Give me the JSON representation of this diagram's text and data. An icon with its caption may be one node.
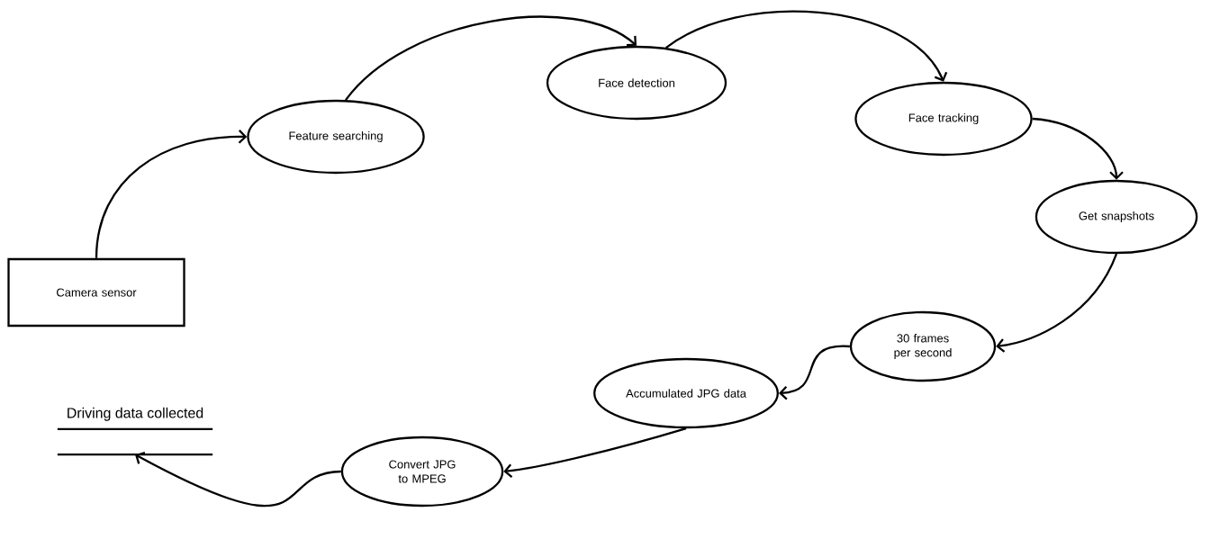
{
  "diagram": {
    "nodes": [
      {
        "text": [
          "Camera sensor"
        ]
      },
      {
        "text": [
          "Feature searching"
        ]
      },
      {
        "text": [
          "Face detection"
        ]
      },
      {
        "text": [
          "Face tracking"
        ]
      },
      {
        "text": [
          "Get snapshots"
        ]
      },
      {
        "text": [
          "30 frames per second"
        ]
      },
      {
        "text": [
          "Accumulated JPG data"
        ]
      },
      {
        "text": [
          "Convert JPG to MPEG"
        ]
      },
      {
        "text": [
          "Driving data collected"
        ]
      }
    ],
    "edges": [
      {
        "from": 0,
        "to": 1,
        "arrow": "to"
      },
      {
        "from": 1,
        "to": 2,
        "arrow": "to"
      },
      {
        "from": 2,
        "to": 3,
        "arrow": "to"
      },
      {
        "from": 3,
        "to": 4,
        "arrow": "to"
      },
      {
        "from": 4,
        "to": 5,
        "arrow": "to"
      },
      {
        "from": 5,
        "to": 6,
        "arrow": "to"
      },
      {
        "from": 6,
        "to": 7,
        "arrow": "to"
      },
      {
        "from": 7,
        "to": 8,
        "arrow": "to"
      }
    ]
  }
}
